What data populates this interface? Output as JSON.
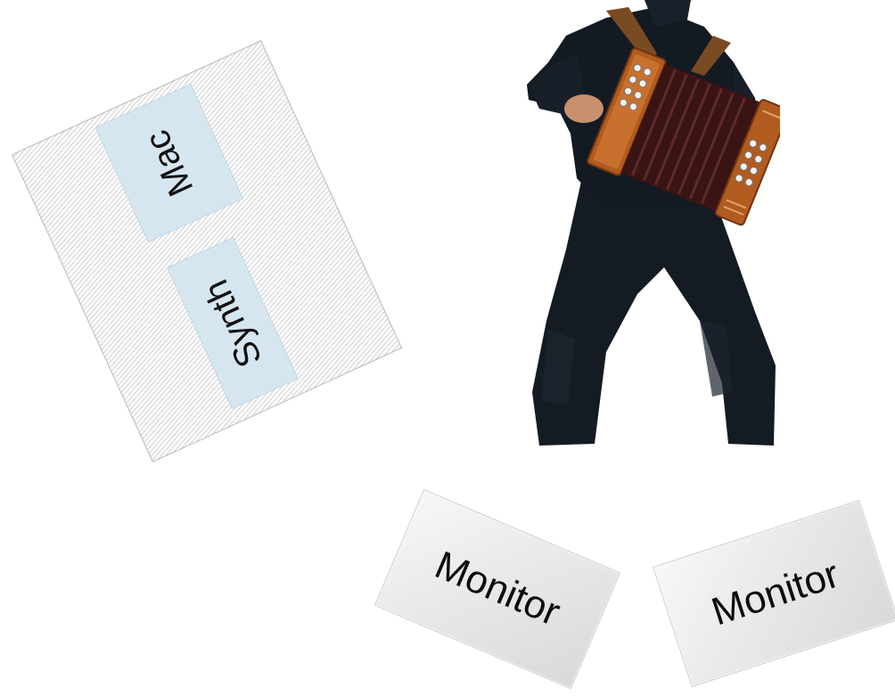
{
  "diagram": {
    "table": {
      "devices": [
        {
          "label": "Mac"
        },
        {
          "label": "Synth"
        }
      ]
    },
    "monitors": [
      {
        "label": "Monitor"
      },
      {
        "label": "Monitor"
      }
    ],
    "performer": {
      "instrument_name": "accordion",
      "colors": {
        "clothing": "#141a22",
        "accordion_body": "#a8551f",
        "bellows": "#3a1414",
        "skin": "#c9906d"
      }
    },
    "colors": {
      "background": "#ffffff",
      "device_fill": "#d6e6f1",
      "table_hatch": "#d3d3d3",
      "monitor_fill": "#e9e9e9"
    }
  }
}
